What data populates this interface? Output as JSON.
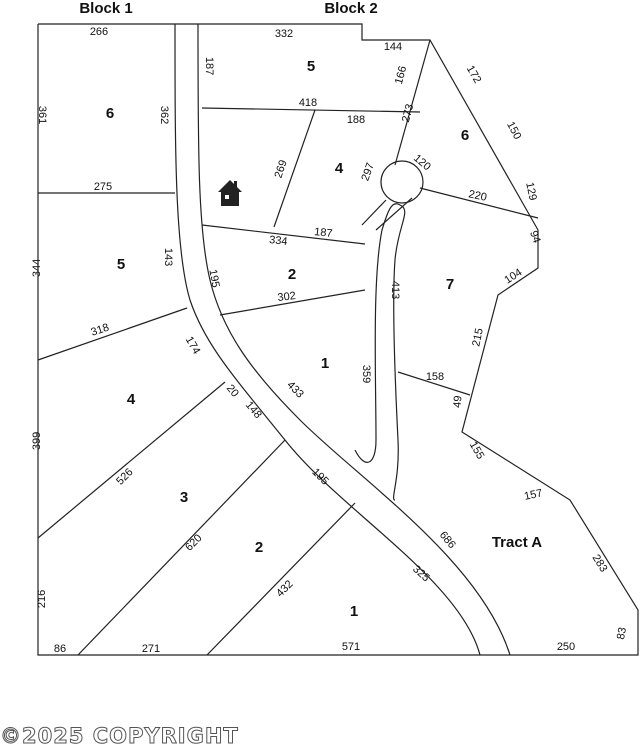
{
  "blocks": {
    "block1": "Block 1",
    "block2": "Block 2"
  },
  "tract": "Tract A",
  "lots": {
    "b1_6": "6",
    "b1_5": "5",
    "b1_4": "4",
    "b1_3": "3",
    "b1_2": "2",
    "b1_1": "1",
    "b2_5": "5",
    "b2_4": "4",
    "b2_6": "6",
    "b2_2": "2",
    "b2_7": "7",
    "b2_1": "1"
  },
  "dims": {
    "d266": "266",
    "d332": "332",
    "d144": "144",
    "d187a": "187",
    "d361": "361",
    "d362": "362",
    "d418": "418",
    "d188": "188",
    "d166": "166",
    "d172": "172",
    "d273": "273",
    "d150": "150",
    "d269": "269",
    "d297": "297",
    "d120": "120",
    "d275": "275",
    "d129": "129",
    "d220": "220",
    "d334": "334",
    "d187b": "187",
    "d94": "94",
    "d344": "344",
    "d143": "143",
    "d195a": "195",
    "d302": "302",
    "d413": "413",
    "d104": "104",
    "d318": "318",
    "d215": "215",
    "d174": "174",
    "d359": "359",
    "d158": "158",
    "d433": "433",
    "d20": "20",
    "d148": "148",
    "d49": "49",
    "d399": "399",
    "d155": "155",
    "d526": "526",
    "d195b": "195",
    "d157": "157",
    "d686": "686",
    "d620": "620",
    "d283": "283",
    "d325": "325",
    "d432": "432",
    "d216": "216",
    "d83": "83",
    "d86": "86",
    "d271": "271",
    "d571": "571",
    "d250": "250"
  },
  "copyright": "©2025 COPYRIGHT",
  "icons": {
    "house": "house-icon"
  }
}
